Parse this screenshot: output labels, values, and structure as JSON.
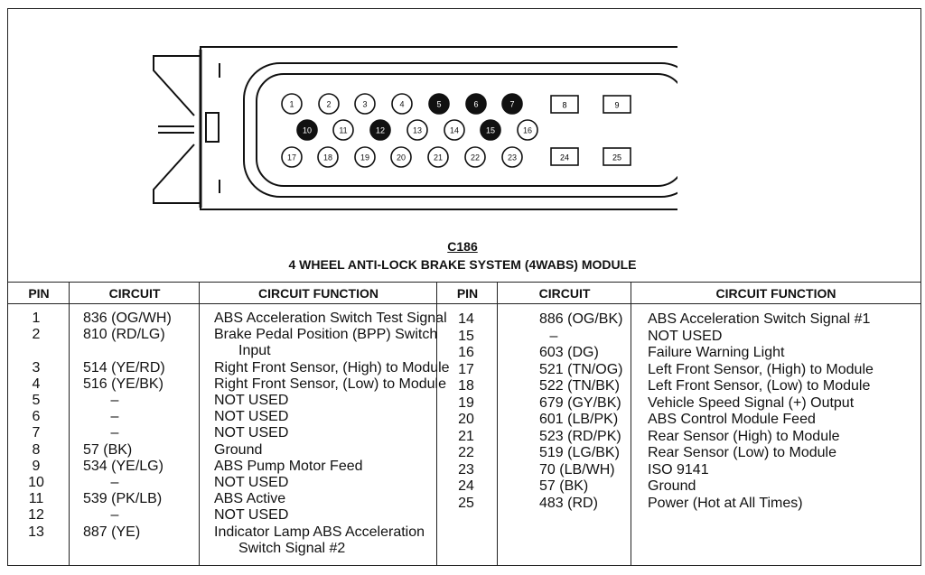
{
  "connector": {
    "id": "C186",
    "title": "4 WHEEL ANTI-LOCK BRAKE SYSTEM (4WABS) MODULE",
    "round_pins": [
      {
        "n": "1",
        "filled": false
      },
      {
        "n": "2",
        "filled": false
      },
      {
        "n": "3",
        "filled": false
      },
      {
        "n": "4",
        "filled": false
      },
      {
        "n": "5",
        "filled": true
      },
      {
        "n": "6",
        "filled": true
      },
      {
        "n": "7",
        "filled": true
      },
      {
        "n": "10",
        "filled": true
      },
      {
        "n": "11",
        "filled": false
      },
      {
        "n": "12",
        "filled": true
      },
      {
        "n": "13",
        "filled": false
      },
      {
        "n": "14",
        "filled": false
      },
      {
        "n": "15",
        "filled": true
      },
      {
        "n": "16",
        "filled": false
      },
      {
        "n": "17",
        "filled": false
      },
      {
        "n": "18",
        "filled": false
      },
      {
        "n": "19",
        "filled": false
      },
      {
        "n": "20",
        "filled": false
      },
      {
        "n": "21",
        "filled": false
      },
      {
        "n": "22",
        "filled": false
      },
      {
        "n": "23",
        "filled": false
      }
    ],
    "square_pins": [
      "8",
      "9",
      "24",
      "25"
    ]
  },
  "table": {
    "headers": {
      "pin": "PIN",
      "circuit": "CIRCUIT",
      "function": "CIRCUIT FUNCTION"
    },
    "left_rows": [
      {
        "pin": "1",
        "circuit": "836 (OG/WH)",
        "function": [
          "ABS Acceleration Switch Test Signal"
        ]
      },
      {
        "pin": "2",
        "circuit": "810 (RD/LG)",
        "function": [
          "Brake Pedal Position (BPP) Switch",
          "Input"
        ]
      },
      {
        "pin": "3",
        "circuit": "514 (YE/RD)",
        "function": [
          "Right Front Sensor, (High) to Module"
        ]
      },
      {
        "pin": "4",
        "circuit": "516 (YE/BK)",
        "function": [
          "Right Front Sensor, (Low) to Module"
        ]
      },
      {
        "pin": "5",
        "circuit": "–",
        "function": [
          "NOT USED"
        ]
      },
      {
        "pin": "6",
        "circuit": "–",
        "function": [
          "NOT USED"
        ]
      },
      {
        "pin": "7",
        "circuit": "–",
        "function": [
          "NOT USED"
        ]
      },
      {
        "pin": "8",
        "circuit": "57 (BK)",
        "function": [
          "Ground"
        ]
      },
      {
        "pin": "9",
        "circuit": "534 (YE/LG)",
        "function": [
          "ABS Pump Motor Feed"
        ]
      },
      {
        "pin": "10",
        "circuit": "–",
        "function": [
          "NOT USED"
        ]
      },
      {
        "pin": "11",
        "circuit": "539 (PK/LB)",
        "function": [
          "ABS Active"
        ]
      },
      {
        "pin": "12",
        "circuit": "–",
        "function": [
          "NOT USED"
        ]
      },
      {
        "pin": "13",
        "circuit": "887 (YE)",
        "function": [
          "Indicator Lamp ABS Acceleration",
          "Switch Signal #2"
        ]
      }
    ],
    "right_rows": [
      {
        "pin": "14",
        "circuit": "886 (OG/BK)",
        "function": "ABS Acceleration Switch Signal #1"
      },
      {
        "pin": "15",
        "circuit": "–",
        "function": "NOT USED"
      },
      {
        "pin": "16",
        "circuit": "603 (DG)",
        "function": "Failure Warning Light"
      },
      {
        "pin": "17",
        "circuit": "521 (TN/OG)",
        "function": "Left Front Sensor, (High) to Module"
      },
      {
        "pin": "18",
        "circuit": "522 (TN/BK)",
        "function": "Left Front Sensor, (Low) to Module"
      },
      {
        "pin": "19",
        "circuit": "679 (GY/BK)",
        "function": "Vehicle Speed Signal (+) Output"
      },
      {
        "pin": "20",
        "circuit": "601 (LB/PK)",
        "function": "ABS Control Module Feed"
      },
      {
        "pin": "21",
        "circuit": "523 (RD/PK)",
        "function": "Rear Sensor (High) to Module"
      },
      {
        "pin": "22",
        "circuit": "519 (LG/BK)",
        "function": "Rear Sensor (Low) to Module"
      },
      {
        "pin": "23",
        "circuit": "70 (LB/WH)",
        "function": "ISO 9141"
      },
      {
        "pin": "24",
        "circuit": "57 (BK)",
        "function": "Ground"
      },
      {
        "pin": "25",
        "circuit": "483 (RD)",
        "function": "Power (Hot at All Times)"
      }
    ]
  }
}
